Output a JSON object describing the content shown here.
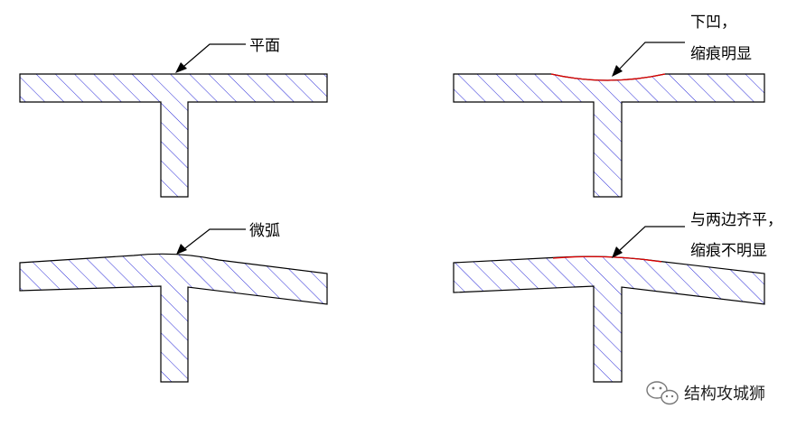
{
  "figure": {
    "panel_flat": {
      "label": "平面"
    },
    "panel_sink": {
      "label_line1": "下凹，",
      "label_line2": "缩痕明显"
    },
    "panel_arc": {
      "label": "微弧"
    },
    "panel_level": {
      "label_line1": "与两边齐平，",
      "label_line2": "缩痕不明显"
    },
    "colors": {
      "outline": "#000000",
      "hatch": "#2a2ad8",
      "sink_mark": "#e00000"
    }
  },
  "watermark": {
    "text": "结构攻城狮",
    "icon": "wechat-icon"
  }
}
